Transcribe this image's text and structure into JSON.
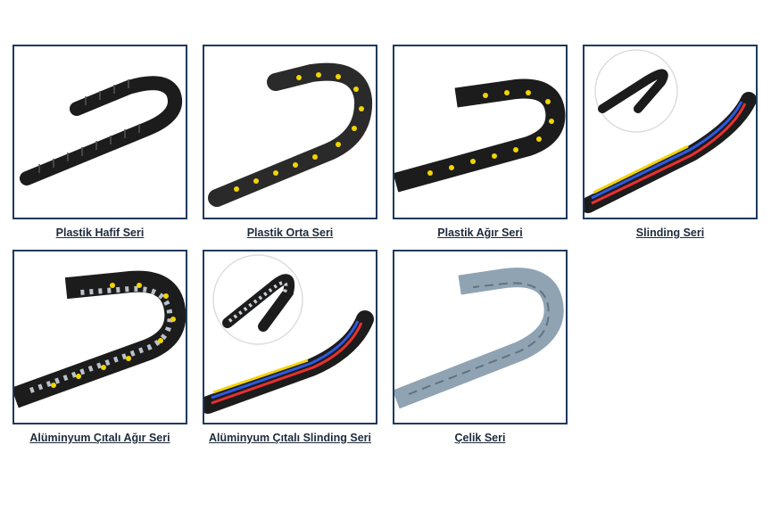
{
  "products": [
    {
      "label": "Plastik Hafif Seri",
      "icon": "plastic-light-chain-icon"
    },
    {
      "label": "Plastik Orta Seri",
      "icon": "plastic-medium-chain-icon"
    },
    {
      "label": "Plastik Ağır Seri",
      "icon": "plastic-heavy-chain-icon"
    },
    {
      "label": "Slinding Seri",
      "icon": "sliding-chain-icon"
    },
    {
      "label": "Alüminyum Çıtalı Ağır Seri",
      "icon": "aluminium-bar-heavy-chain-icon"
    },
    {
      "label": "Alüminyum Çıtalı Slinding Seri",
      "icon": "aluminium-bar-sliding-chain-icon"
    },
    {
      "label": "Çelik Seri",
      "icon": "steel-chain-icon"
    }
  ],
  "colors": {
    "frame_border": "#1e3a5f",
    "caption_text": "#1e2b3c",
    "chain_black": "#1c1c1c",
    "dot_yellow": "#f2d400",
    "steel_grey": "#8fa3b3"
  }
}
